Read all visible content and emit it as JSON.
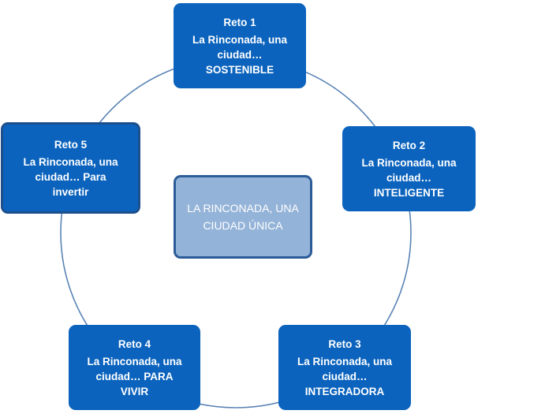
{
  "center": {
    "text": "LA RINCONADA, UNA CIUDAD ÚNICA"
  },
  "retos": [
    {
      "title": "Reto 1",
      "subtitle": "La Rinconada, una ciudad…",
      "value": "SOSTENIBLE"
    },
    {
      "title": "Reto 2",
      "subtitle": "La Rinconada, una ciudad…",
      "value": "INTELIGENTE"
    },
    {
      "title": "Reto 3",
      "subtitle": "La Rinconada, una ciudad…",
      "value": "INTEGRADORA"
    },
    {
      "title": "Reto 4",
      "subtitle": "La Rinconada, una ciudad… PARA",
      "value": "VIVIR"
    },
    {
      "title": "Reto 5",
      "subtitle": "La Rinconada, una ciudad… Para",
      "value": "invertir"
    }
  ],
  "colors": {
    "node_fill": "#0b63bd",
    "center_fill": "#94b3d8",
    "center_border": "#2c5c98",
    "ring_stroke": "#5a84b4"
  }
}
